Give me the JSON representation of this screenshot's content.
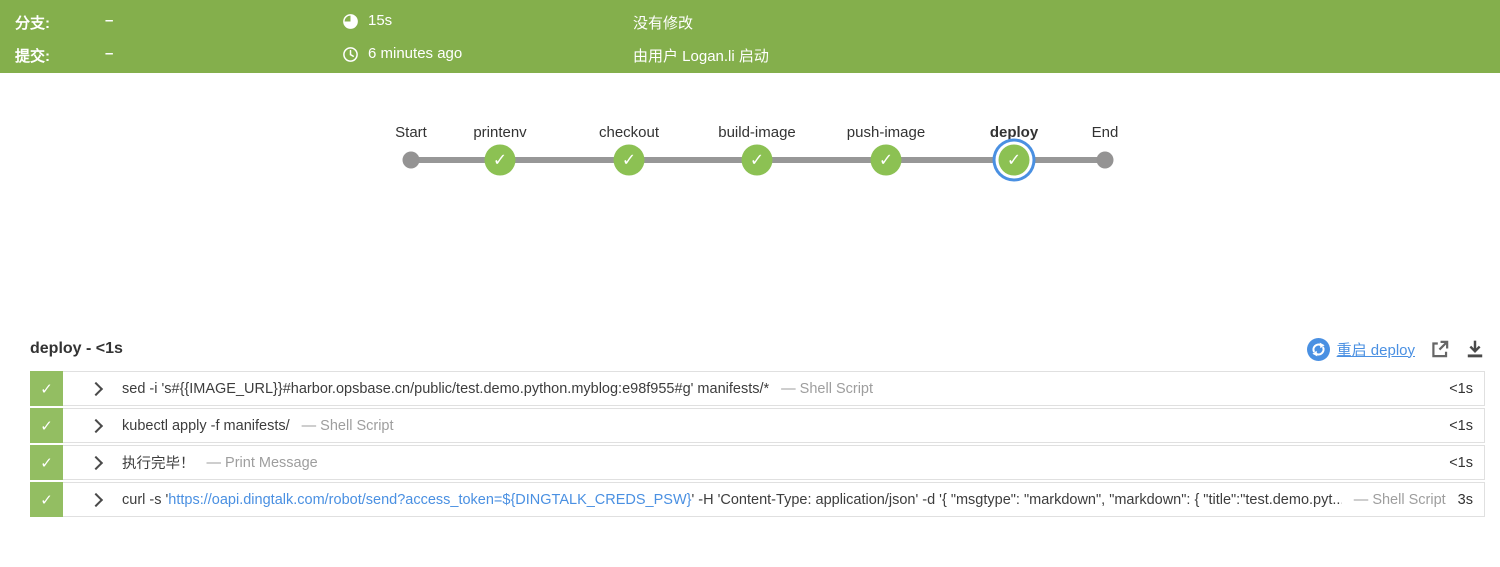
{
  "colors": {
    "header_green": "#84AF4C",
    "node_green": "#8CC153",
    "strip_green": "#93BE62",
    "accent_blue": "#4A90E2",
    "line_gray": "#979797"
  },
  "topbar": {
    "rows": [
      {
        "label": "分支:",
        "value": "–",
        "icon": "duration-icon",
        "time": "15s",
        "info": "没有修改"
      },
      {
        "label": "提交:",
        "value": "–",
        "icon": "clock-icon",
        "time": "6 minutes ago",
        "info": "由用户 Logan.li 启动"
      }
    ]
  },
  "pipeline": {
    "nodes": [
      {
        "label": "Start",
        "type": "terminal"
      },
      {
        "label": "printenv",
        "type": "success"
      },
      {
        "label": "checkout",
        "type": "success"
      },
      {
        "label": "build-image",
        "type": "success"
      },
      {
        "label": "push-image",
        "type": "success"
      },
      {
        "label": "deploy",
        "type": "success",
        "selected": true
      },
      {
        "label": "End",
        "type": "terminal"
      }
    ]
  },
  "section": {
    "title": "deploy - <1s",
    "restart_label": "重启 deploy"
  },
  "steps": [
    {
      "text": "sed -i 's#{{IMAGE_URL}}#harbor.opsbase.cn/public/test.demo.python.myblog:e98f955#g' manifests/*",
      "kind": "— Shell Script",
      "duration": "<1s"
    },
    {
      "text": "kubectl apply -f manifests/",
      "kind": "— Shell Script",
      "duration": "<1s"
    },
    {
      "text": "执行完毕！",
      "kind": "— Print Message",
      "duration": "<1s"
    },
    {
      "pre": "curl -s '",
      "link": "https://oapi.dingtalk.com/robot/send?access_token=${DINGTALK_CREDS_PSW}",
      "post": "' -H 'Content-Type: application/json' -d '{ \"msgtype\": \"markdown\", \"markdown\": { \"title\":\"test.demo.pyt...",
      "kind": "— Shell Script",
      "duration": "3s"
    }
  ]
}
